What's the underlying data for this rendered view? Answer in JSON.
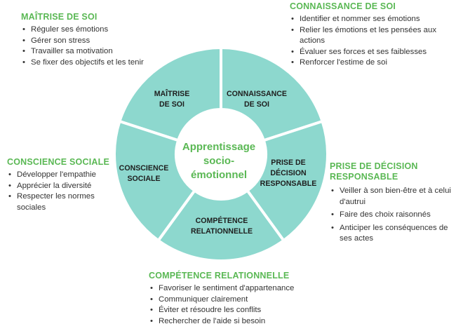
{
  "colors": {
    "segment": "#8dd8ce",
    "stroke": "#ffffff",
    "heading": "#5ab854",
    "text": "#333333"
  },
  "center": {
    "title": "Apprentissage socio-émotionnel",
    "lines": [
      "Apprentissage",
      "socio-",
      "émotionnel"
    ]
  },
  "segments": [
    {
      "id": "maitrise",
      "lines": [
        "MAÎTRISE",
        "DE SOI"
      ]
    },
    {
      "id": "connaissance",
      "lines": [
        "CONNAISSANCE",
        "DE SOI"
      ]
    },
    {
      "id": "decision",
      "lines": [
        "PRISE DE",
        "DÉCISION",
        "RESPONSABLE"
      ]
    },
    {
      "id": "relationnelle",
      "lines": [
        "COMPÉTENCE",
        "RELATIONNELLE"
      ]
    },
    {
      "id": "sociale",
      "lines": [
        "CONSCIENCE",
        "SOCIALE"
      ]
    }
  ],
  "blocks": {
    "maitrise": {
      "title": "MAÎTRISE DE SOI",
      "items": [
        "Réguler ses émotions",
        "Gérer son stress",
        "Travailler sa motivation",
        "Se fixer des objectifs et les tenir"
      ]
    },
    "connaissance": {
      "title": "CONNAISSANCE DE SOI",
      "items": [
        "Identifier et nommer ses émotions",
        "Relier les émotions et les pensées aux actions",
        "Évaluer ses forces et ses faiblesses",
        "Renforcer l'estime de soi"
      ]
    },
    "sociale": {
      "title": "CONSCIENCE SOCIALE",
      "items": [
        "Développer l'empathie",
        "Apprécier la diversité",
        "Respecter les normes sociales"
      ]
    },
    "decision": {
      "title": "PRISE DE DÉCISION RESPONSABLE",
      "items": [
        "Veiller à son bien-être et à celui d'autrui",
        "Faire des choix raisonnés",
        "Anticiper les conséquences de ses actes"
      ]
    },
    "relationnelle": {
      "title": "COMPÉTENCE RELATIONNELLE",
      "items": [
        "Favoriser le sentiment d'appartenance",
        "Communiquer clairement",
        "Éviter et résoudre les conflits",
        "Rechercher de l'aide si besoin"
      ]
    }
  }
}
